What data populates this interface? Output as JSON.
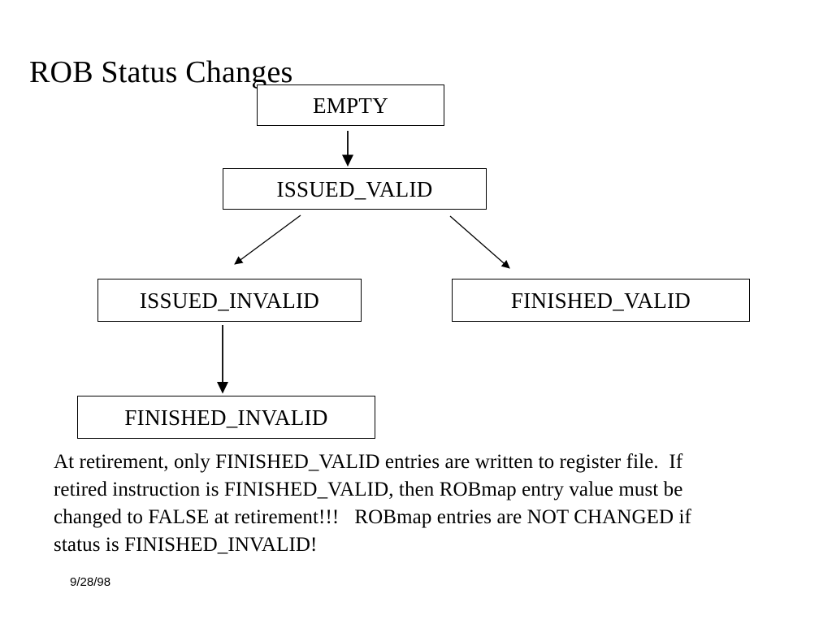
{
  "slide": {
    "title": "ROB Status Changes",
    "footer_date": "9/28/98",
    "background_color": "#ffffff",
    "ink_color": "#000000"
  },
  "diagram": {
    "type": "state-flow",
    "nodes": [
      {
        "id": "empty",
        "label": "EMPTY"
      },
      {
        "id": "issued_valid",
        "label": "ISSUED_VALID"
      },
      {
        "id": "issued_invalid",
        "label": "ISSUED_INVALID"
      },
      {
        "id": "finished_valid",
        "label": "FINISHED_VALID"
      },
      {
        "id": "finished_invalid",
        "label": "FINISHED_INVALID"
      }
    ],
    "edges": [
      {
        "from": "empty",
        "to": "issued_valid",
        "style": "vertical-arrow"
      },
      {
        "from": "issued_valid",
        "to": "issued_invalid",
        "style": "diagonal-arrow-left"
      },
      {
        "from": "issued_valid",
        "to": "finished_valid",
        "style": "diagonal-arrow-right"
      },
      {
        "from": "issued_invalid",
        "to": "finished_invalid",
        "style": "vertical-arrow"
      }
    ]
  },
  "body": {
    "lines": [
      "At retirement, only FINISHED_VALID entries are written to register file.  If",
      "retired instruction is FINISHED_VALID, then ROBmap entry value must be",
      "changed to FALSE at retirement!!!   ROBmap entries are NOT CHANGED if",
      "status is FINISHED_INVALID!"
    ]
  }
}
